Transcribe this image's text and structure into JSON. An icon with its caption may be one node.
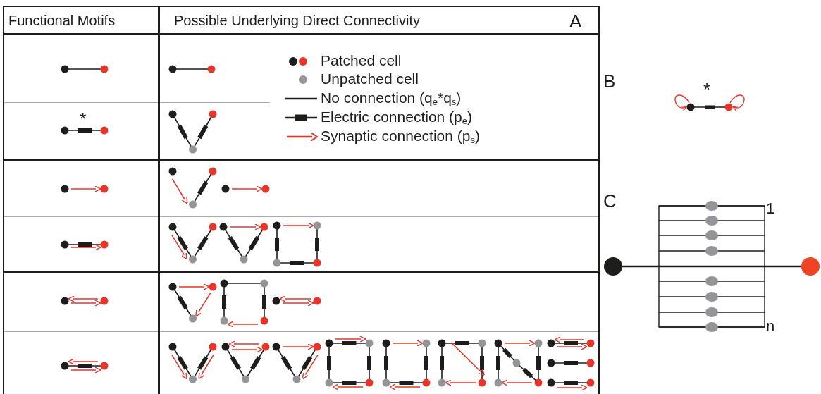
{
  "diagram": {
    "labels": [
      "Functional Motifs",
      "Possible Underlying Direct Connectivity",
      "A",
      "*",
      "B",
      "*",
      "C",
      "1",
      "n"
    ],
    "legend": [
      {
        "text": "Patched cell"
      },
      {
        "text": "Unpatched cell"
      },
      {
        "text": "No connection (q$_{e}$*q$_{s}$)"
      },
      {
        "text": "Electric connection (p$_{e}$)"
      },
      {
        "text": "Synaptic connection (p$_{s}$)"
      }
    ]
  }
}
